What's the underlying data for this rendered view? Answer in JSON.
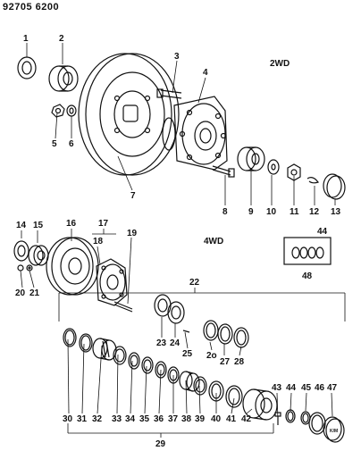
{
  "header": {
    "part_number": "92705 6200"
  },
  "sections": {
    "two_wd": "2WD",
    "four_wd": "4WD"
  },
  "cap_text": "K/M",
  "callouts": [
    {
      "key": "1",
      "label": "1"
    },
    {
      "key": "2",
      "label": "2"
    },
    {
      "key": "3",
      "label": "3"
    },
    {
      "key": "4",
      "label": "4"
    },
    {
      "key": "5",
      "label": "5"
    },
    {
      "key": "6",
      "label": "6"
    },
    {
      "key": "7",
      "label": "7"
    },
    {
      "key": "8",
      "label": "8"
    },
    {
      "key": "9",
      "label": "9"
    },
    {
      "key": "10",
      "label": "10"
    },
    {
      "key": "11",
      "label": "11"
    },
    {
      "key": "12",
      "label": "12"
    },
    {
      "key": "13",
      "label": "13"
    },
    {
      "key": "14",
      "label": "14"
    },
    {
      "key": "15",
      "label": "15"
    },
    {
      "key": "16",
      "label": "16"
    },
    {
      "key": "17",
      "label": "17"
    },
    {
      "key": "18",
      "label": "18"
    },
    {
      "key": "19",
      "label": "19"
    },
    {
      "key": "20",
      "label": "20"
    },
    {
      "key": "21",
      "label": "21"
    },
    {
      "key": "22",
      "label": "22"
    },
    {
      "key": "23",
      "label": "23"
    },
    {
      "key": "24",
      "label": "24"
    },
    {
      "key": "25",
      "label": "25"
    },
    {
      "key": "2o",
      "label": "2o"
    },
    {
      "key": "27",
      "label": "27"
    },
    {
      "key": "28",
      "label": "28"
    },
    {
      "key": "29",
      "label": "29"
    },
    {
      "key": "30",
      "label": "30"
    },
    {
      "key": "31",
      "label": "31"
    },
    {
      "key": "32",
      "label": "32"
    },
    {
      "key": "33",
      "label": "33"
    },
    {
      "key": "34",
      "label": "34"
    },
    {
      "key": "35",
      "label": "35"
    },
    {
      "key": "36",
      "label": "36"
    },
    {
      "key": "37",
      "label": "37"
    },
    {
      "key": "38",
      "label": "38"
    },
    {
      "key": "39",
      "label": "39"
    },
    {
      "key": "40",
      "label": "40"
    },
    {
      "key": "41",
      "label": "41"
    },
    {
      "key": "42",
      "label": "42"
    },
    {
      "key": "43",
      "label": "43"
    },
    {
      "key": "44a",
      "label": "44"
    },
    {
      "key": "45",
      "label": "45"
    },
    {
      "key": "46",
      "label": "46"
    },
    {
      "key": "47",
      "label": "47"
    },
    {
      "key": "44b",
      "label": "44"
    },
    {
      "key": "48",
      "label": "48"
    }
  ]
}
